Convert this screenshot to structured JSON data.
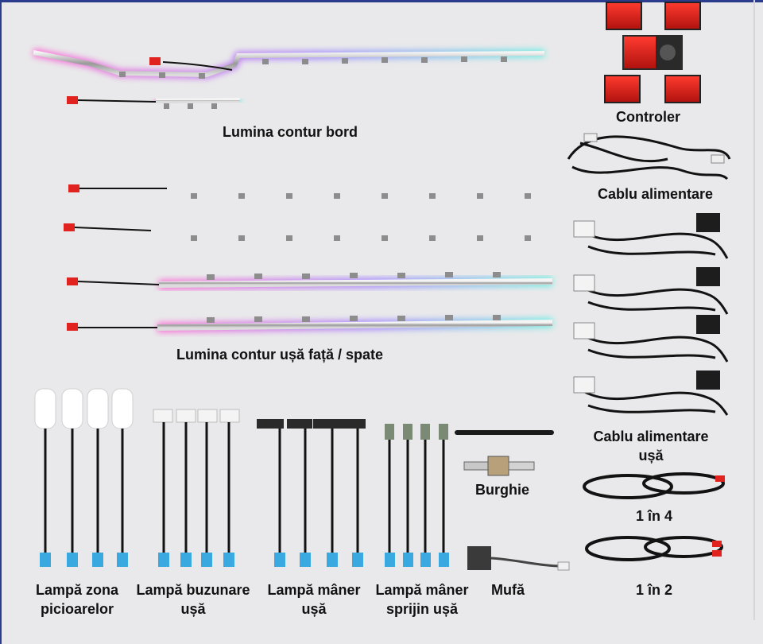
{
  "labels": {
    "dashboard": "Lumina contur bord",
    "door": "Lumina contur ușă față / spate",
    "controller": "Controler",
    "power_cable": "Cablu alimentare",
    "door_cable_line1": "Cablu alimentare",
    "door_cable_line2": "ușă",
    "one_in_four": "1 în 4",
    "one_in_two": "1 în 2",
    "drill": "Burghie",
    "connector": "Mufă",
    "foot_lamp_line1": "Lampă zona",
    "foot_lamp_line2": "picioarelor",
    "pocket_lamp_line1": "Lampă buzunare",
    "pocket_lamp_line2": "ușă",
    "handle_lamp_line1": "Lampă mâner",
    "handle_lamp_line2": "ușă",
    "armrest_lamp_line1": "Lampă mâner",
    "armrest_lamp_line2": "sprijin ușă"
  },
  "colors": {
    "background": "#e9e9eb",
    "frame": "#2b3c8c",
    "glow_pink": "#ff5fd0",
    "glow_violet": "#9b7bff",
    "glow_cyan": "#5ff0e0",
    "module_red": "#e0231e",
    "connector_blue": "#3aa9e0",
    "cable": "#121212"
  }
}
